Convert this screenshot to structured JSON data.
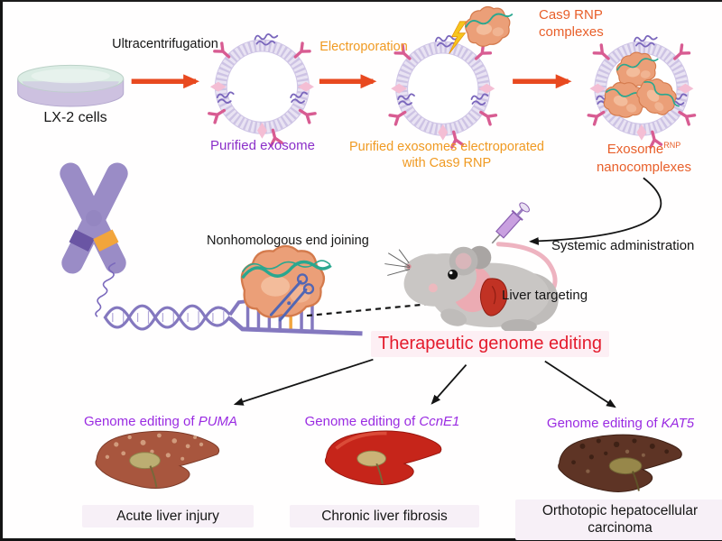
{
  "figure": {
    "workflow": {
      "cells_label": "LX-2 cells",
      "step1": "Ultracentrifugation",
      "exosome_label": "Purified exosome",
      "step2": "Electroporation",
      "cargo_label": "Cas9 RNP complexes",
      "electroporated_label": "Purified exosomes electroporated with Cas9 RNP",
      "product_base": "Exosome",
      "product_sup": "RNP",
      "product_line2": "nanocomplexes"
    },
    "mechanism": {
      "nhej": "Nonhomologous end joining",
      "systemic": "Systemic administration",
      "liver_targeting": "Liver targeting",
      "therapeutic": "Therapeutic genome editing"
    },
    "applications": [
      {
        "prefix": "Genome editing of ",
        "gene": "PUMA",
        "condition": "Acute liver injury"
      },
      {
        "prefix": "Genome editing of ",
        "gene": "CcnE1",
        "condition": "Chronic liver fibrosis"
      },
      {
        "prefix": "Genome editing of ",
        "gene": "KAT5",
        "condition": "Orthotopic hepatocellular carcinoma"
      }
    ]
  },
  "colors": {
    "orange_arrow": "#e8491f",
    "step_orange": "#f09a22",
    "rnp_orange": "#e85f2a",
    "purple_label": "#8b2fc9",
    "violet_gene": "#9a2be2",
    "red_title": "#e41b2c",
    "exosome_ring": "#b6aad7",
    "antibody_pink": "#d85c92",
    "cas9_salmon": "#eb9f78",
    "sgRNA_teal": "#2aa78f"
  }
}
